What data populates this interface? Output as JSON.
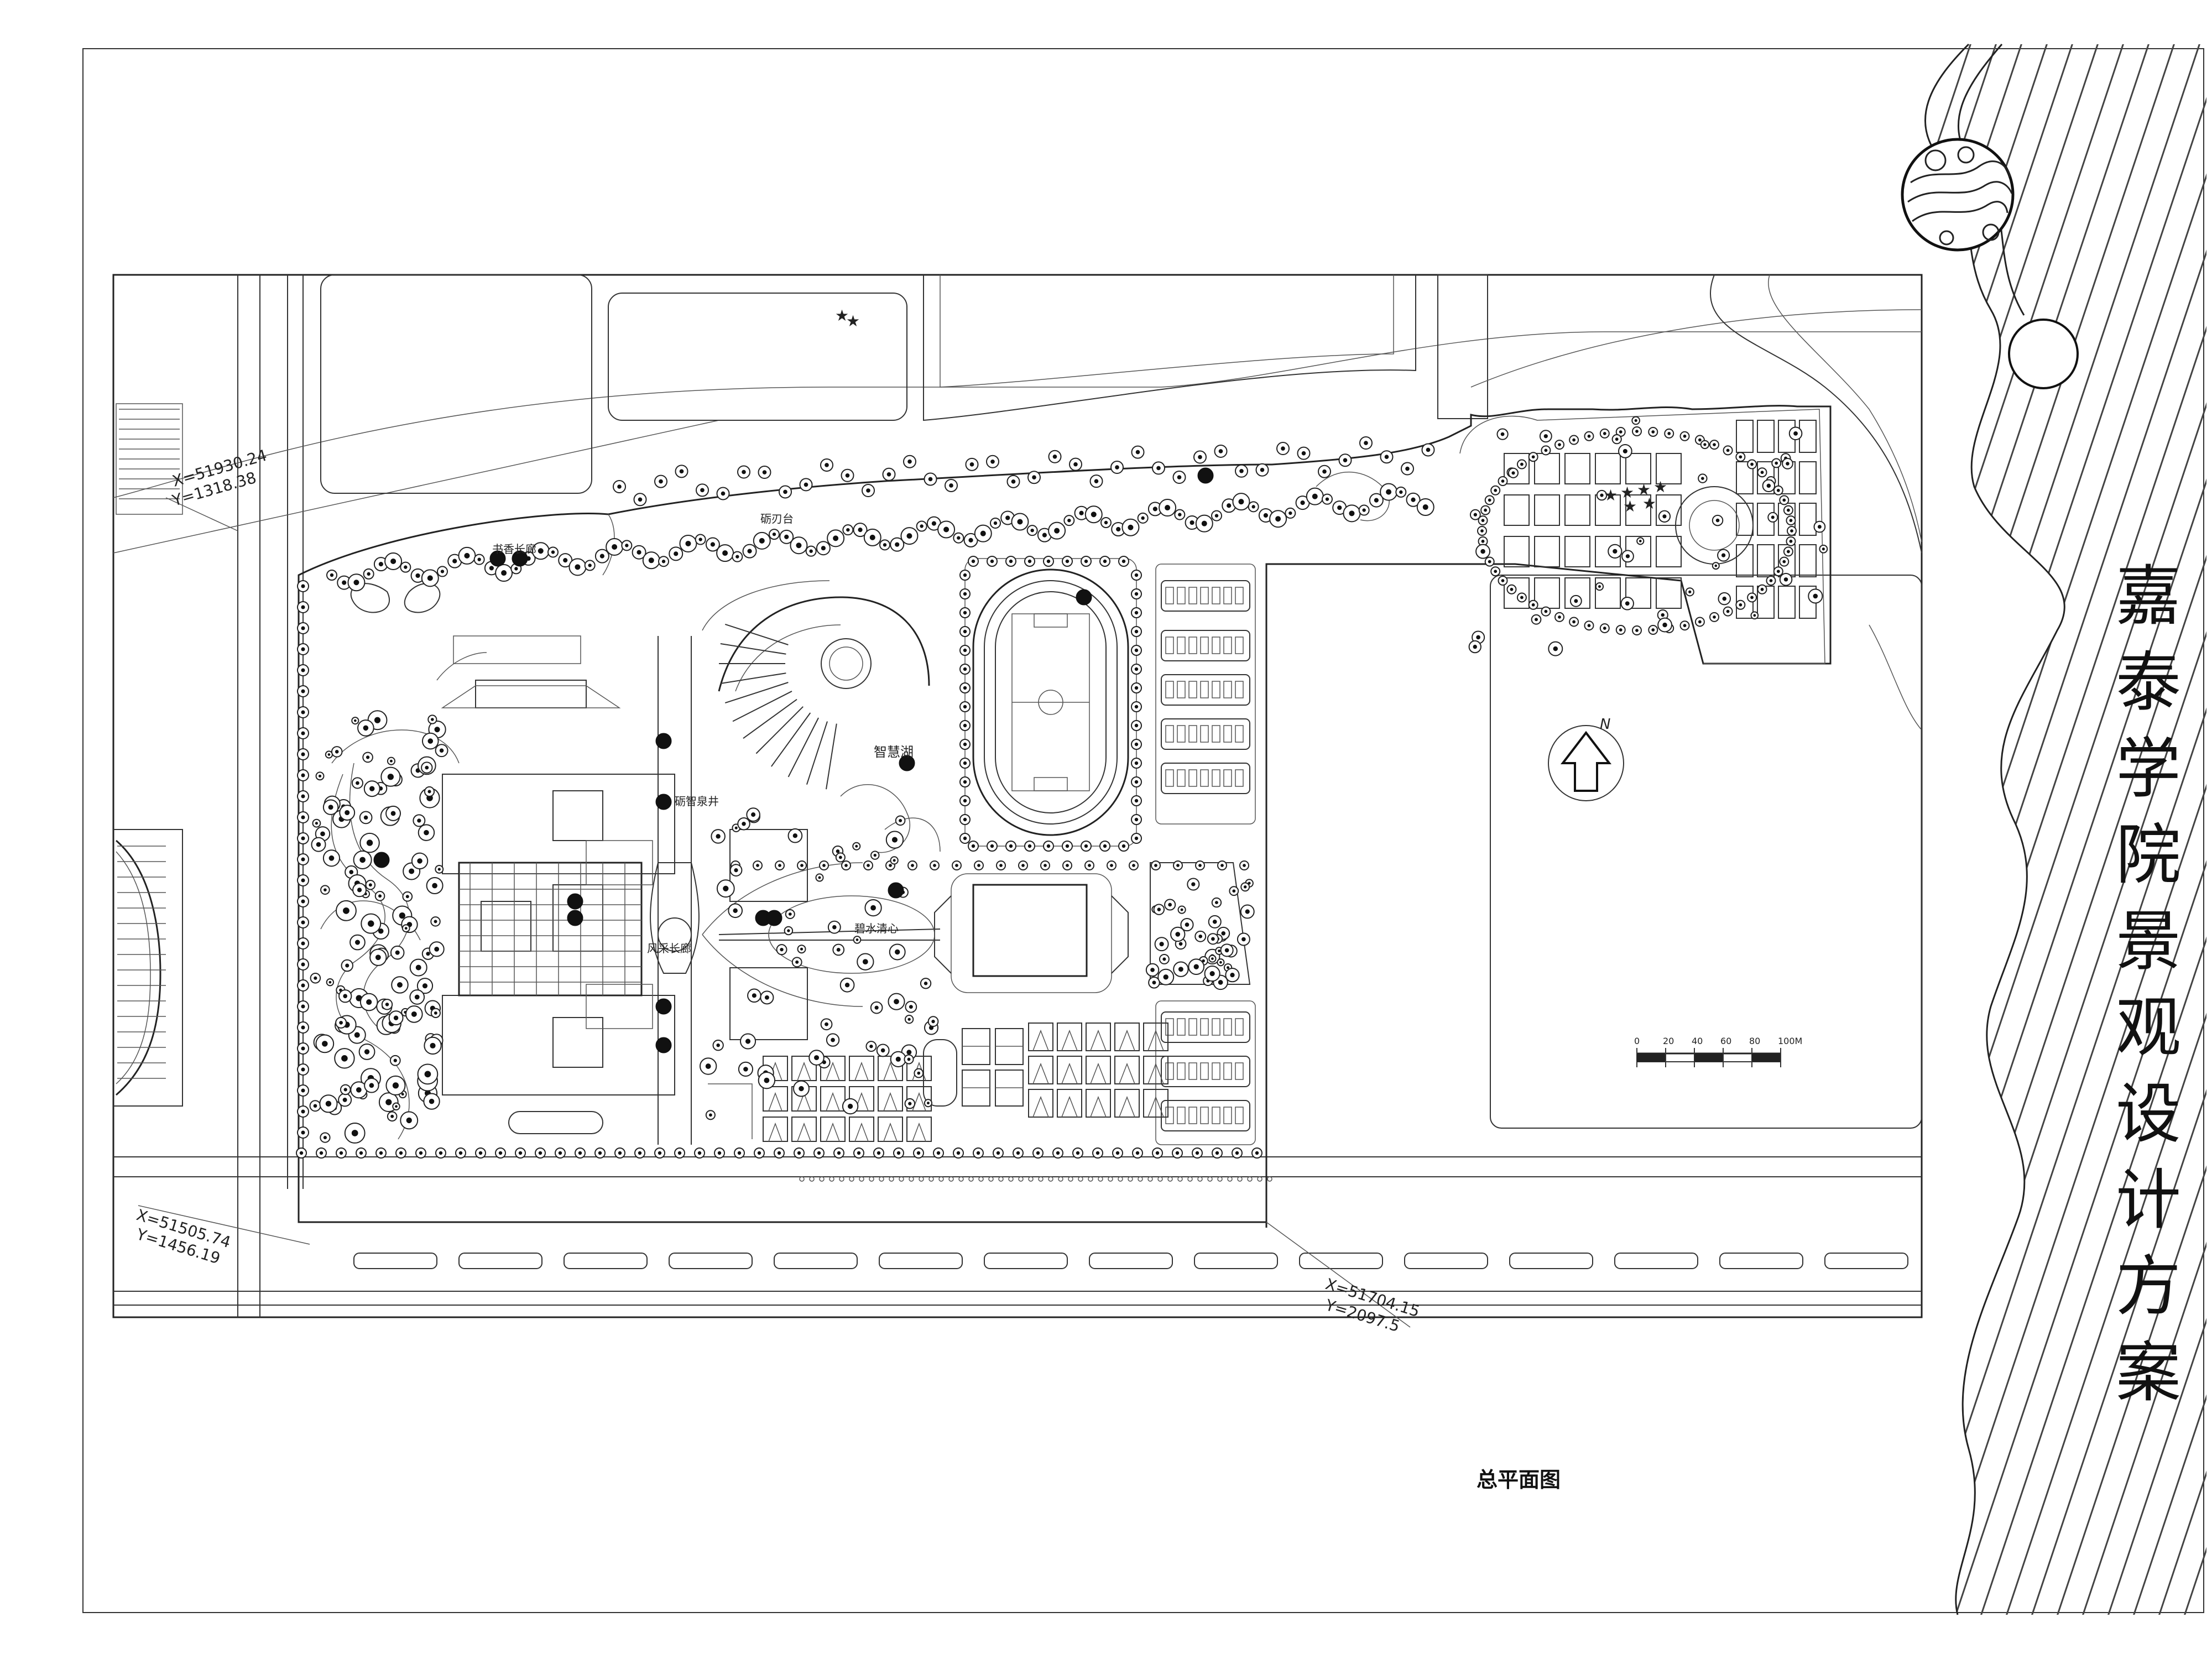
{
  "title_chars": [
    "嘉",
    "泰",
    "学",
    "院",
    "景",
    "观",
    "设",
    "计",
    "方",
    "案"
  ],
  "caption": "总平面图",
  "north_label": "N",
  "scale_bar": {
    "ticks": [
      "0",
      "20",
      "40",
      "60",
      "80",
      "100M"
    ]
  },
  "coordinates": [
    {
      "id": "nw",
      "x": "X=51930.24",
      "y": "Y=1318.38"
    },
    {
      "id": "sw",
      "x": "X=51505.74",
      "y": "Y=1456.19"
    },
    {
      "id": "se",
      "x": "X=51704.15",
      "y": "Y=2097.5"
    }
  ],
  "place_labels": [
    "智慧湖",
    "砺刃台",
    "书香长廊",
    "砺智泉井",
    "风采长廊",
    "碧水清心"
  ],
  "colors": {
    "line": "#222222",
    "background": "#ffffff"
  }
}
